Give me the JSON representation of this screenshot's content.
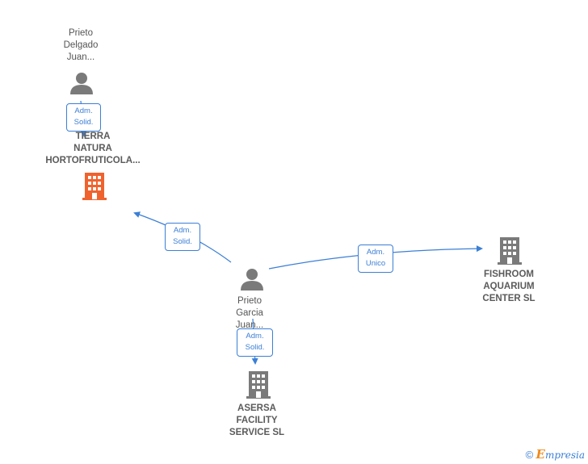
{
  "colors": {
    "edge": "#3b7fd6",
    "person_icon": "#7a7a7a",
    "company_icon": "#7a7a7a",
    "highlight_company_icon": "#f0622d"
  },
  "nodes": {
    "person_top": {
      "label": "Prieto\nDelgado\nJuan...",
      "icon": "person-icon"
    },
    "person_center": {
      "label": "Prieto\nGarcia\nJuan...",
      "icon": "person-icon"
    },
    "company_tierra": {
      "label": "TIERRA\nNATURA\nHORTOFRUTICOLA...",
      "icon": "building-icon"
    },
    "company_fishroom": {
      "label": "FISHROOM\nAQUARIUM\nCENTER SL",
      "icon": "building-icon"
    },
    "company_asersa": {
      "label": "ASERSA\nFACILITY\nSERVICE SL",
      "icon": "building-icon"
    }
  },
  "edges": {
    "top_to_tierra": "Adm.\nSolid.",
    "center_to_tierra": "Adm.\nSolid.",
    "center_to_fishroom": "Adm.\nUnico",
    "center_to_asersa": "Adm.\nSolid."
  },
  "brand": {
    "copyright": "©",
    "initial": "E",
    "rest": "mpresia"
  }
}
